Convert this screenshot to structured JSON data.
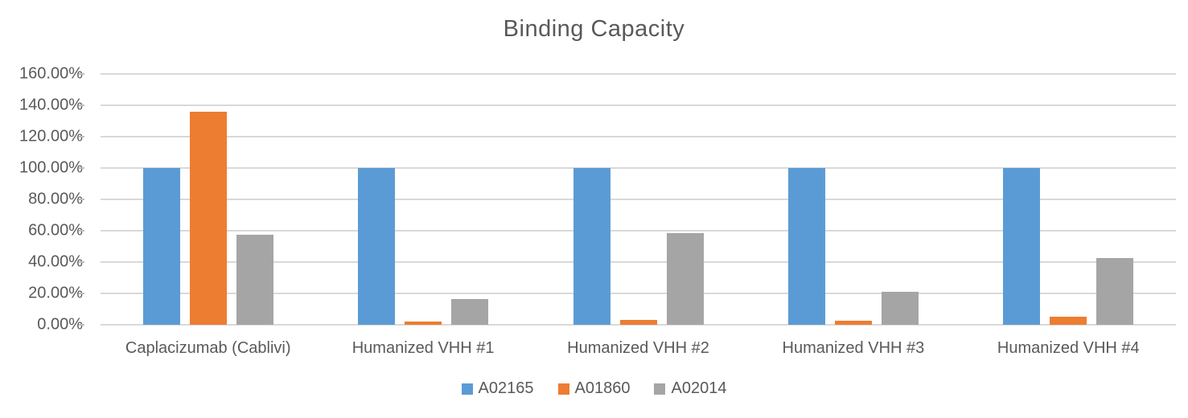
{
  "chart_data": {
    "type": "bar",
    "title": "Binding Capacity",
    "categories": [
      "Caplacizumab (Cablivi)",
      "Humanized VHH #1",
      "Humanized VHH #2",
      "Humanized VHH #3",
      "Humanized VHH #4"
    ],
    "series": [
      {
        "name": "A02165",
        "color": "#5B9BD5",
        "values": [
          100.0,
          100.0,
          100.0,
          100.0,
          100.0
        ]
      },
      {
        "name": "A01860",
        "color": "#ED7D31",
        "values": [
          136.0,
          2.0,
          3.0,
          2.5,
          5.0
        ]
      },
      {
        "name": "A02014",
        "color": "#A5A5A5",
        "values": [
          57.5,
          16.5,
          58.5,
          21.0,
          42.5
        ]
      }
    ],
    "ylabel": "",
    "xlabel": "",
    "ylim": [
      0,
      160
    ],
    "ytick_step": 20,
    "ytick_labels": [
      "0.00%",
      "20.00%",
      "40.00%",
      "60.00%",
      "80.00%",
      "100.00%",
      "120.00%",
      "140.00%",
      "160.00%"
    ],
    "grid": true,
    "legend_position": "bottom",
    "colors": {
      "grid": "#d9d9d9",
      "text": "#595959",
      "background": "#ffffff"
    }
  }
}
